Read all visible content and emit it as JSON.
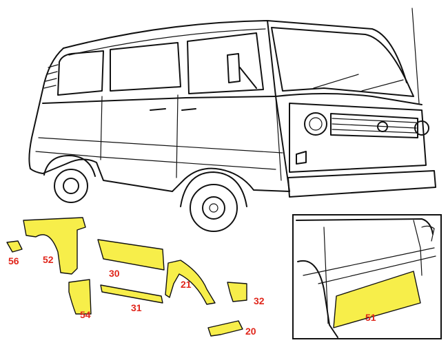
{
  "diagram": {
    "parts": [
      {
        "id": "p56",
        "label": "56"
      },
      {
        "id": "p52",
        "label": "52"
      },
      {
        "id": "p30",
        "label": "30"
      },
      {
        "id": "p54",
        "label": "54"
      },
      {
        "id": "p31",
        "label": "31"
      },
      {
        "id": "p21",
        "label": "21"
      },
      {
        "id": "p32",
        "label": "32"
      },
      {
        "id": "p20",
        "label": "20"
      },
      {
        "id": "p51",
        "label": "51"
      }
    ],
    "colors": {
      "panel_fill": "#f7ee4a",
      "label": "#e0261b",
      "line": "#111111",
      "inset_border": "#111111"
    }
  }
}
